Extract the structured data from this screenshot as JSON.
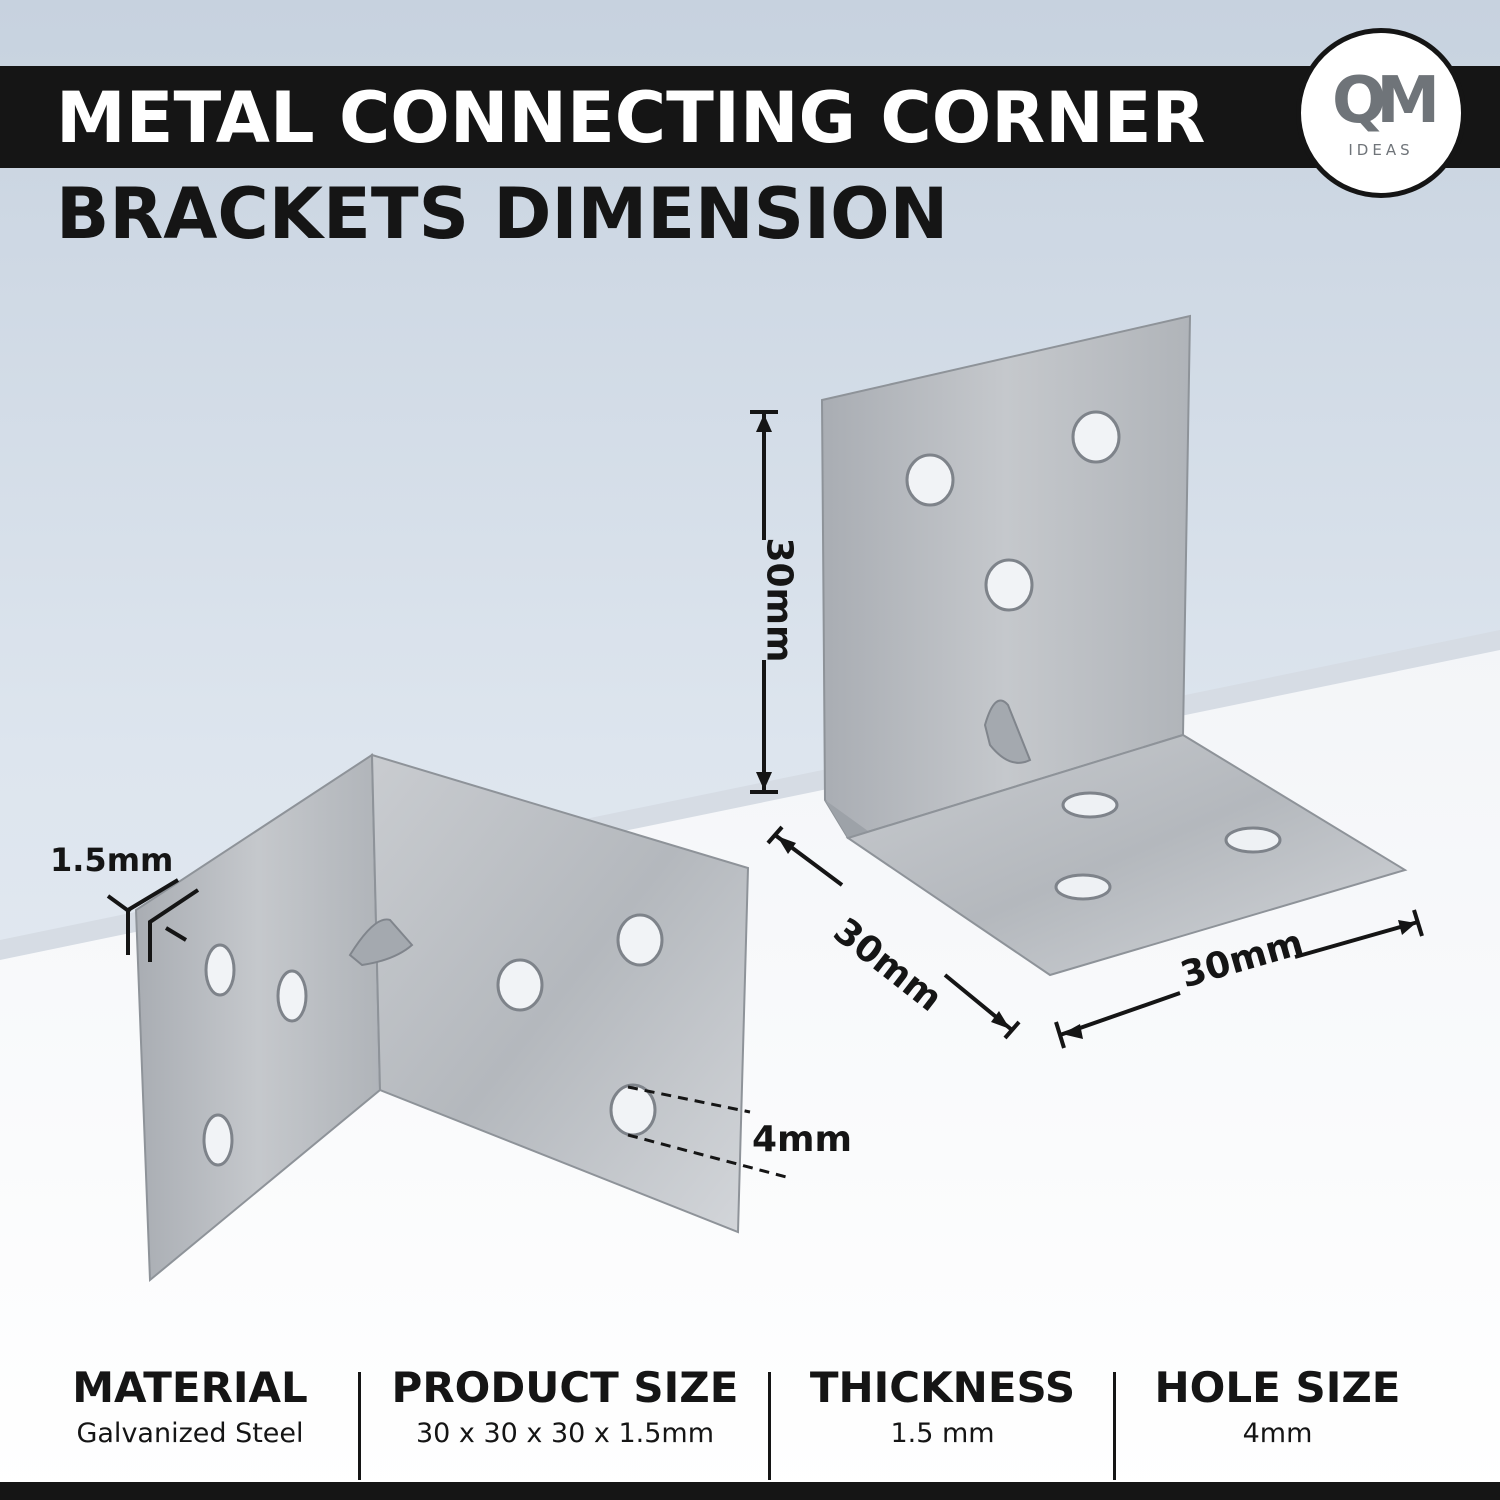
{
  "title": {
    "line1": "METAL CONNECTING CORNER",
    "line2": "BRACKETS DIMENSION"
  },
  "logo": {
    "mark": "QM",
    "sub": "IDEAS"
  },
  "dimensions": {
    "height": "30mm",
    "depth": "30mm",
    "width": "30mm",
    "thickness": "1.5mm",
    "hole": "4mm"
  },
  "specs": [
    {
      "title": "MATERIAL",
      "value": "Galvanized Steel"
    },
    {
      "title": "PRODUCT SIZE",
      "value": "30 x 30 x 30 x 1.5mm"
    },
    {
      "title": "THICKNESS",
      "value": "1.5 mm"
    },
    {
      "title": "HOLE SIZE",
      "value": "4mm"
    }
  ],
  "colors": {
    "dark": "#151515",
    "steel": "#bfc3c8",
    "background": "#dfe6ee"
  }
}
